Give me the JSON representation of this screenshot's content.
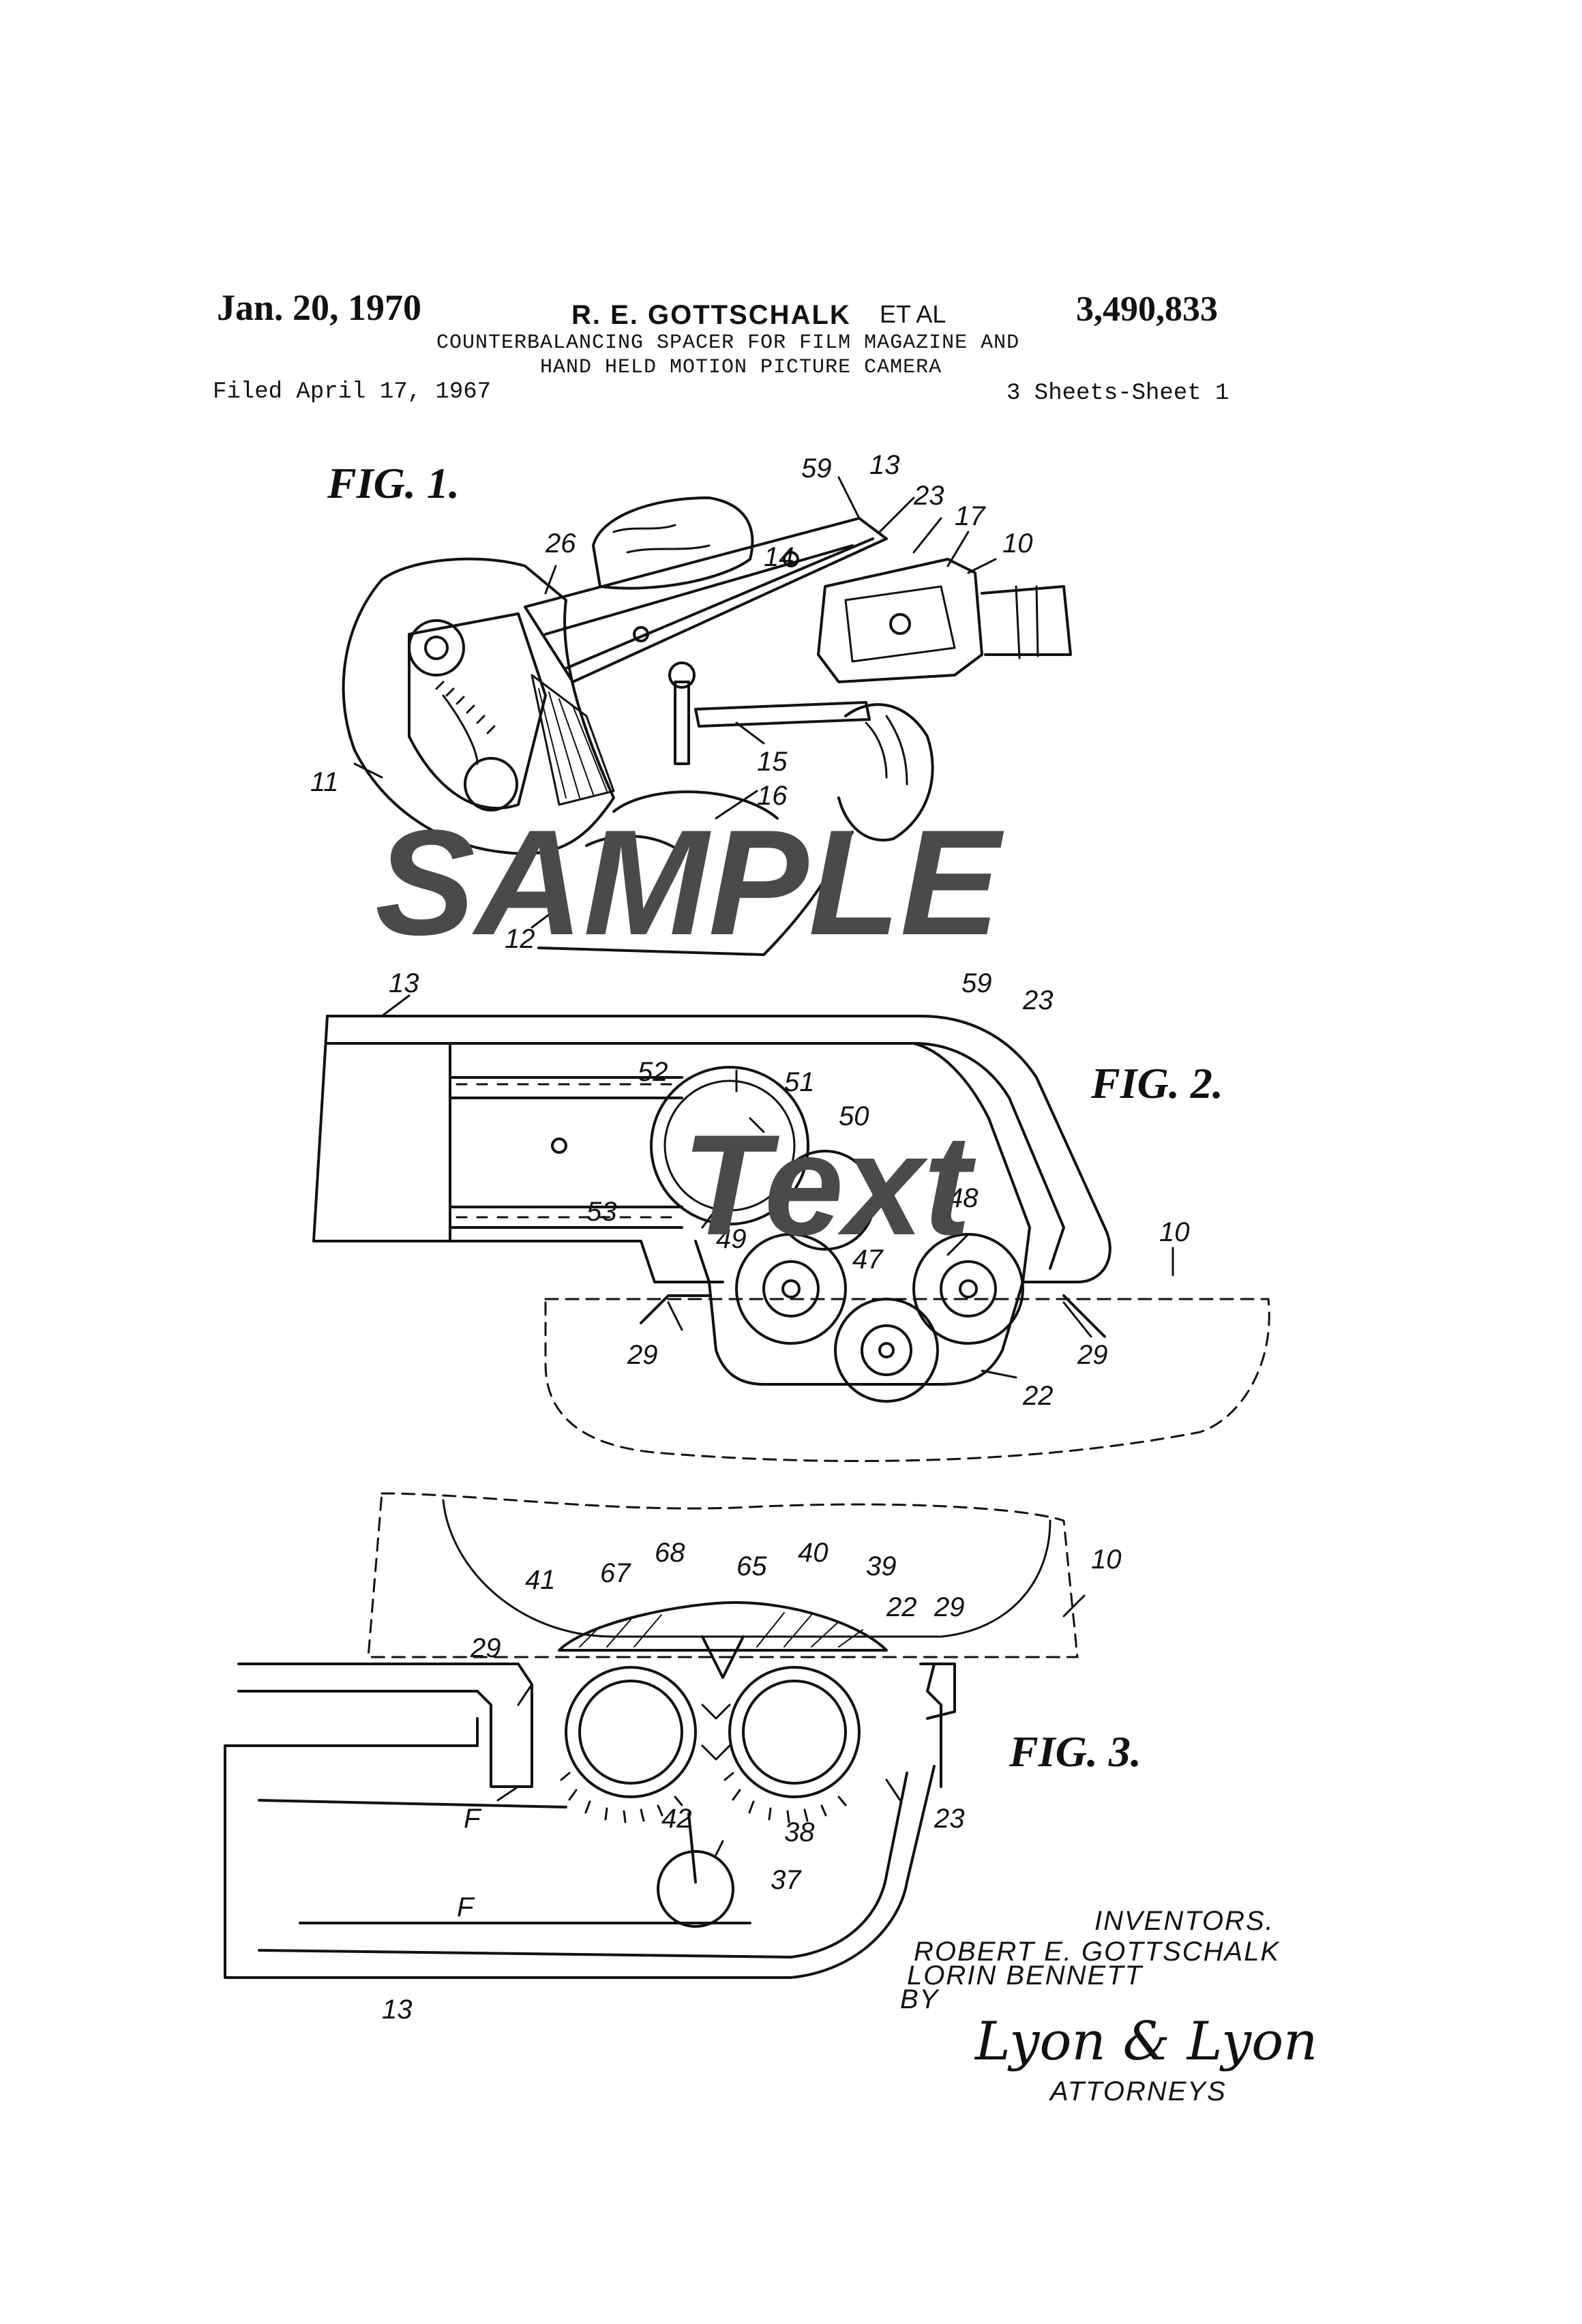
{
  "header": {
    "date": "Jan. 20, 1970",
    "inventor": "R. E. GOTTSCHALK",
    "et_al": "ET AL",
    "patent_number": "3,490,833",
    "title_line1": "COUNTERBALANCING SPACER FOR FILM MAGAZINE AND",
    "title_line2": "HAND HELD MOTION PICTURE CAMERA",
    "filed": "Filed April 17, 1967",
    "sheets": "3 Sheets-Sheet 1"
  },
  "figures": {
    "fig1": {
      "label": "FIG. 1.",
      "refs": [
        "59",
        "13",
        "23",
        "17",
        "10",
        "26",
        "14",
        "11",
        "15",
        "16",
        "12"
      ]
    },
    "fig2": {
      "label": "FIG. 2.",
      "refs": [
        "13",
        "59",
        "23",
        "52",
        "51",
        "50",
        "48",
        "10",
        "49",
        "47",
        "53",
        "29",
        "29",
        "22"
      ]
    },
    "fig3": {
      "label": "FIG. 3.",
      "refs": [
        "68",
        "65",
        "40",
        "41",
        "67",
        "39",
        "10",
        "22",
        "29",
        "29",
        "F",
        "42",
        "38",
        "23",
        "F",
        "37",
        "13"
      ]
    }
  },
  "signature_block": {
    "inventors_heading": "INVENTORS.",
    "inventor1": "ROBERT E. GOTTSCHALK",
    "inventor2": "LORIN BENNETT",
    "by": "BY",
    "signature": "Lyon & Lyon",
    "attorneys": "ATTORNEYS"
  },
  "watermarks": {
    "primary": "SAMPLE",
    "secondary": "Text",
    "color": "#4a4a4a"
  }
}
